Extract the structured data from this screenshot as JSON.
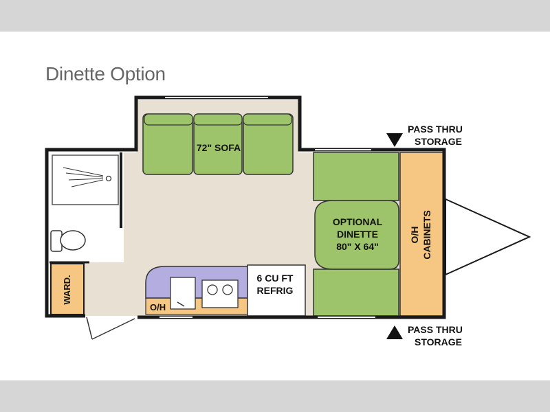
{
  "title": "Dinette Option",
  "labels": {
    "sofa": "72\" SOFA",
    "dinette_line1": "OPTIONAL",
    "dinette_line2": "DINETTE",
    "dinette_line3": "80\" X 64\"",
    "cabinets_line1": "O/H",
    "cabinets_line2": "CABINETS",
    "refrig_line1": "6 CU FT",
    "refrig_line2": "REFRIG",
    "oh": "O/H",
    "ward": "WARD.",
    "pass_top_line1": "PASS THRU",
    "pass_top_line2": "STORAGE",
    "pass_bottom_line1": "PASS THRU",
    "pass_bottom_line2": "STORAGE"
  },
  "colors": {
    "floor": "#e8e1d3",
    "seat_green": "#9dc46b",
    "cabinet_orange": "#f6c782",
    "counter_purple": "#b4aee0",
    "wall": "#1a1a1a"
  }
}
